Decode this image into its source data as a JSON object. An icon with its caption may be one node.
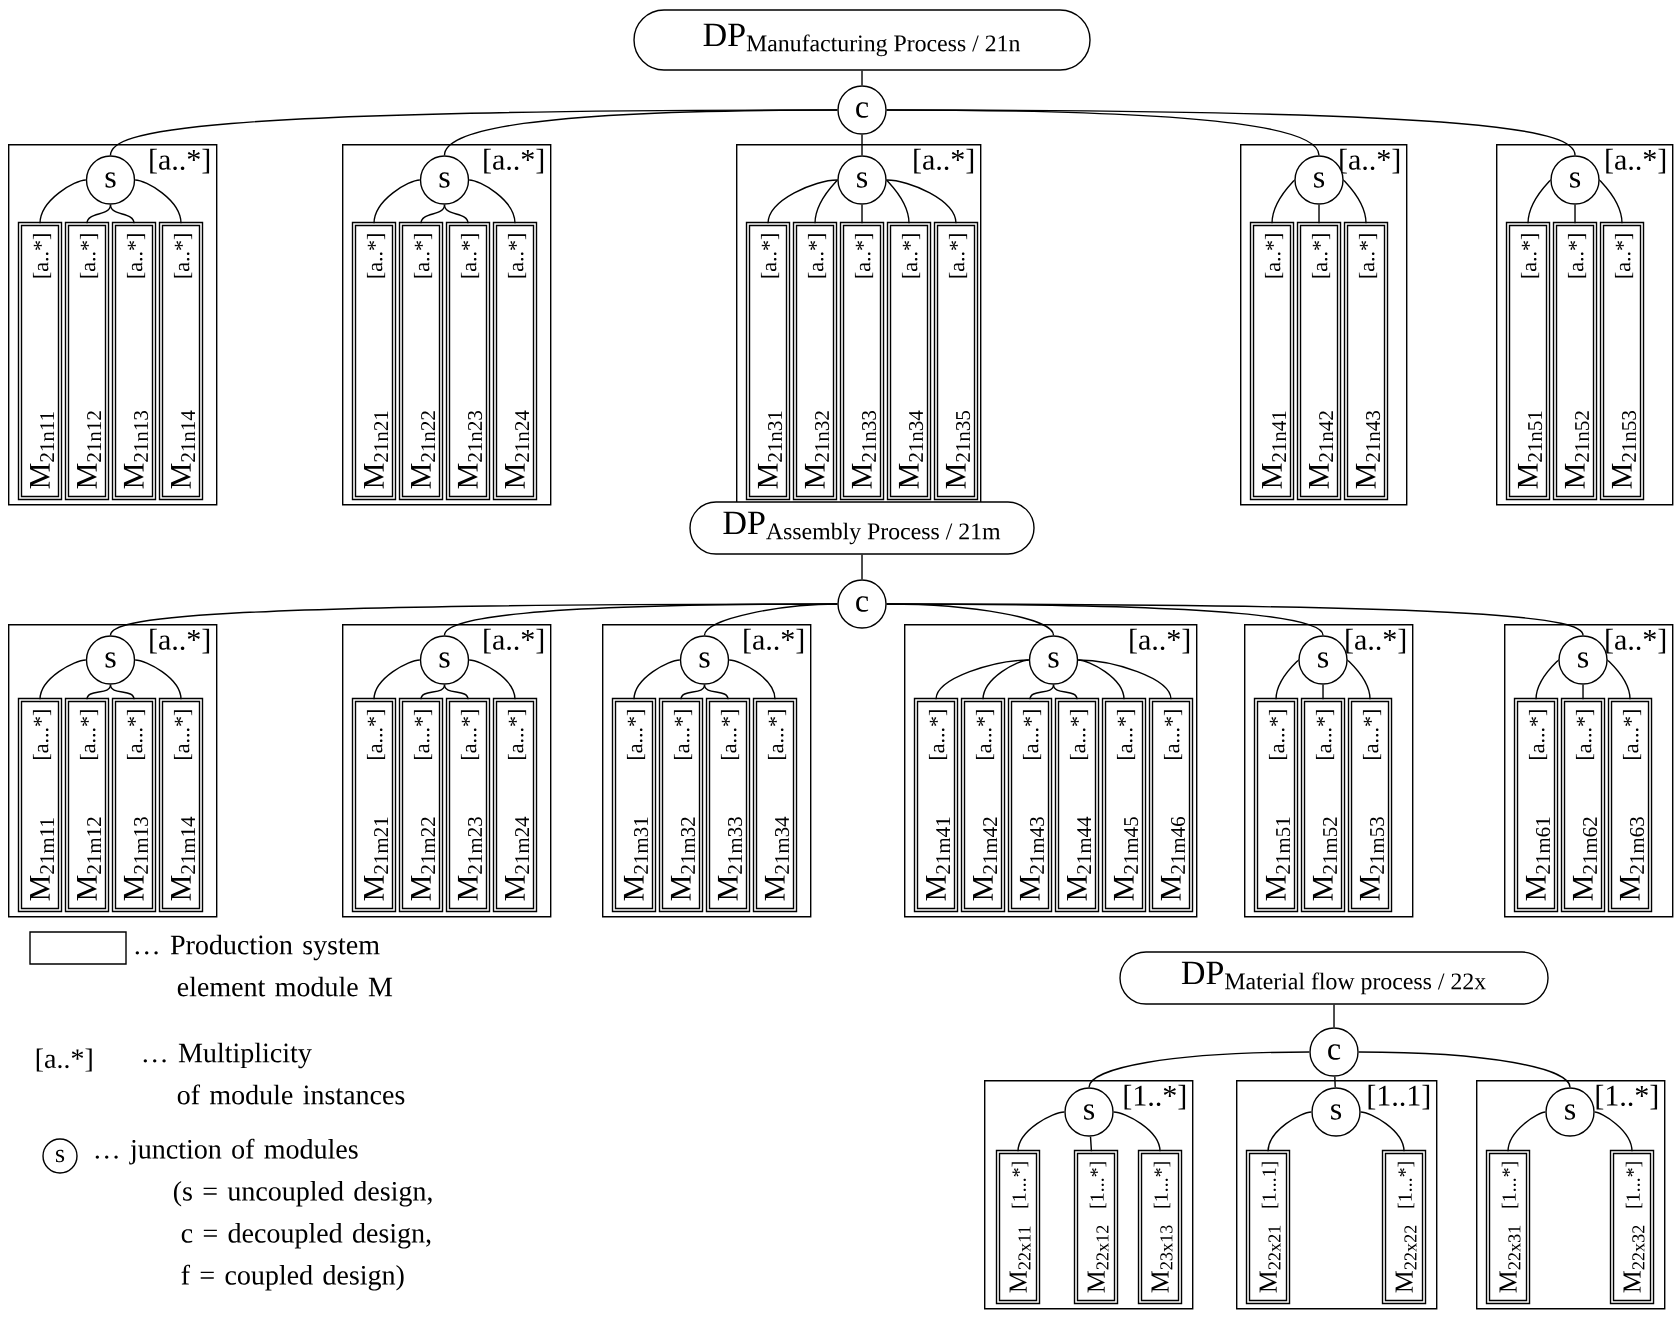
{
  "diagram": {
    "nodes": [
      {
        "text": [
          "\\text{DP}_{\\text{Manufacturing Process / 21n}}"
        ]
      },
      {
        "text": [
          "c"
        ]
      },
      {
        "text": [
          "[a..*]"
        ]
      },
      {
        "text": [
          "s"
        ],
        "in": 2
      },
      {
        "text": [
          "M$_{21n11}$",
          "[a..*]"
        ],
        "in": 2
      },
      {
        "text": [
          "M$_{21n12}$",
          "[a..*]"
        ],
        "in": 2
      },
      {
        "text": [
          "M$_{21n13}$",
          "[a..*]"
        ],
        "in": 2
      },
      {
        "text": [
          "M$_{21n14}$",
          "[a..*]"
        ],
        "in": 2
      },
      {
        "text": [
          "[a..*]"
        ]
      },
      {
        "text": [
          "s"
        ],
        "in": 8
      },
      {
        "text": [
          "M$_{21n21}$",
          "[a..*]"
        ],
        "in": 8
      },
      {
        "text": [
          "M$_{21n22}$",
          "[a..*]"
        ],
        "in": 8
      },
      {
        "text": [
          "M$_{21n23}$",
          "[a..*]"
        ],
        "in": 8
      },
      {
        "text": [
          "M$_{21n24}$",
          "[a..*]"
        ],
        "in": 8
      },
      {
        "text": [
          "[a..*]"
        ]
      },
      {
        "text": [
          "s"
        ],
        "in": 14
      },
      {
        "text": [
          "M$_{21n31}$",
          "[a..*]"
        ],
        "in": 14
      },
      {
        "text": [
          "M$_{21n32}$",
          "[a..*]"
        ],
        "in": 14
      },
      {
        "text": [
          "M$_{21n33}$",
          "[a..*]"
        ],
        "in": 14
      },
      {
        "text": [
          "M$_{21n34}$",
          "[a..*]"
        ],
        "in": 14
      },
      {
        "text": [
          "M$_{21n35}$",
          "[a..*]"
        ],
        "in": 14
      },
      {
        "text": [
          "[a..*]"
        ]
      },
      {
        "text": [
          "s"
        ],
        "in": 21
      },
      {
        "text": [
          "M$_{21n41}$",
          "[a..*]"
        ],
        "in": 21
      },
      {
        "text": [
          "M$_{21n42}$",
          "[a..*]"
        ],
        "in": 21
      },
      {
        "text": [
          "M$_{21n43}$",
          "[a..*]"
        ],
        "in": 21
      },
      {
        "text": [
          "[a..*]"
        ]
      },
      {
        "text": [
          "s"
        ],
        "in": 26
      },
      {
        "text": [
          "M$_{21n51}$",
          "[a..*]"
        ],
        "in": 26
      },
      {
        "text": [
          "M$_{21n52}$",
          "[a..*]"
        ],
        "in": 26
      },
      {
        "text": [
          "M$_{21n53}$",
          "[a..*]"
        ],
        "in": 26
      },
      {
        "text": [
          "\\text{DP}_{\\text{Assembly Process / 21m}}"
        ]
      },
      {
        "text": [
          "c"
        ]
      },
      {
        "text": [
          "[a..*]"
        ]
      },
      {
        "text": [
          "s"
        ],
        "in": 33
      },
      {
        "text": [
          "M$_{21m11}$",
          "[a...*]"
        ],
        "in": 33
      },
      {
        "text": [
          "M$_{21m12}$",
          "[a...*]"
        ],
        "in": 33
      },
      {
        "text": [
          "M$_{21m13}$",
          "[a...*]"
        ],
        "in": 33
      },
      {
        "text": [
          "M$_{21m14}$",
          "[a...*]"
        ],
        "in": 33
      },
      {
        "text": [
          "[a..*]"
        ]
      },
      {
        "text": [
          "s"
        ],
        "in": 39
      },
      {
        "text": [
          "M$_{21m21}$",
          "[a...*]"
        ],
        "in": 39
      },
      {
        "text": [
          "M$_{21m22}$",
          "[a...*]"
        ],
        "in": 39
      },
      {
        "text": [
          "M$_{21m23}$",
          "[a...*]"
        ],
        "in": 39
      },
      {
        "text": [
          "M$_{21m24}$",
          "[a...*]"
        ],
        "in": 39
      },
      {
        "text": [
          "[a..*]"
        ]
      },
      {
        "text": [
          "s"
        ],
        "in": 45
      },
      {
        "text": [
          "M$_{21m31}$",
          "[a...*]"
        ],
        "in": 45
      },
      {
        "text": [
          "M$_{21m32}$",
          "[a...*]"
        ],
        "in": 45
      },
      {
        "text": [
          "M$_{21m33}$",
          "[a...*]"
        ],
        "in": 45
      },
      {
        "text": [
          "M$_{21m34}$",
          "[a...*]"
        ],
        "in": 45
      },
      {
        "text": [
          "[a..*]"
        ]
      },
      {
        "text": [
          "s"
        ],
        "in": 51
      },
      {
        "text": [
          "M$_{21m41}$",
          "[a...*]"
        ],
        "in": 51
      },
      {
        "text": [
          "M$_{21m42}$",
          "[a...*]"
        ],
        "in": 51
      },
      {
        "text": [
          "M$_{21m43}$",
          "[a...*]"
        ],
        "in": 51
      },
      {
        "text": [
          "M$_{21m44}$",
          "[a...*]"
        ],
        "in": 51
      },
      {
        "text": [
          "M$_{21m45}$",
          "[a...*]"
        ],
        "in": 51
      },
      {
        "text": [
          "M$_{21m46}$",
          "[a...*]"
        ],
        "in": 51
      },
      {
        "text": [
          "[a..*]"
        ]
      },
      {
        "text": [
          "s"
        ],
        "in": 59
      },
      {
        "text": [
          "M$_{21m51}$",
          "[a...*]"
        ],
        "in": 59
      },
      {
        "text": [
          "M$_{21m52}$",
          "[a...*]"
        ],
        "in": 59
      },
      {
        "text": [
          "M$_{21m53}$",
          "[a...*]"
        ],
        "in": 59
      },
      {
        "text": [
          "[a..*]"
        ]
      },
      {
        "text": [
          "s"
        ],
        "in": 64
      },
      {
        "text": [
          "M$_{21m61}$",
          "[a...*]"
        ],
        "in": 64
      },
      {
        "text": [
          "M$_{21m62}$",
          "[a...*]"
        ],
        "in": 64
      },
      {
        "text": [
          "M$_{21m63}$",
          "[a...*]"
        ],
        "in": 64
      },
      {
        "text": [
          "\\text{DP}_{\\text{Material flow process / 22x}}"
        ]
      },
      {
        "text": [
          "c"
        ]
      },
      {
        "text": [
          "[1..*]"
        ]
      },
      {
        "text": [
          "s"
        ],
        "in": 71
      },
      {
        "text": [
          "M$_{22x11}$",
          "[1...*]"
        ],
        "in": 71
      },
      {
        "text": [
          "M$_{22x12}$",
          "[1...*]"
        ],
        "in": 71
      },
      {
        "text": [
          "M$_{23x13}$",
          "[1...*]"
        ],
        "in": 71
      },
      {
        "text": [
          "[1..1]"
        ]
      },
      {
        "text": [
          "s"
        ],
        "in": 76
      },
      {
        "text": [
          "M$_{22x21}$",
          "[1...1]"
        ],
        "in": 76
      },
      {
        "text": [
          "M$_{22x22}$",
          "[1...*]"
        ],
        "in": 76
      },
      {
        "text": [
          "[1..*]"
        ]
      },
      {
        "text": [
          "s"
        ],
        "in": 80
      },
      {
        "text": [
          "M$_{22x31}$",
          "[1...*]"
        ],
        "in": 80
      },
      {
        "text": [
          "M$_{22x32}$",
          "[1...*]"
        ],
        "in": 80
      }
    ],
    "edges": [
      {
        "from": 0,
        "to": 1,
        "arrow": "none"
      },
      {
        "from": 1,
        "to": 3,
        "arrow": "none"
      },
      {
        "from": 1,
        "to": 9,
        "arrow": "none"
      },
      {
        "from": 1,
        "to": 15,
        "arrow": "none"
      },
      {
        "from": 1,
        "to": 22,
        "arrow": "none"
      },
      {
        "from": 1,
        "to": 27,
        "arrow": "none"
      },
      {
        "from": 3,
        "to": 4,
        "arrow": "none"
      },
      {
        "from": 3,
        "to": 5,
        "arrow": "none"
      },
      {
        "from": 3,
        "to": 6,
        "arrow": "none"
      },
      {
        "from": 3,
        "to": 7,
        "arrow": "none"
      },
      {
        "from": 9,
        "to": 10,
        "arrow": "none"
      },
      {
        "from": 9,
        "to": 11,
        "arrow": "none"
      },
      {
        "from": 9,
        "to": 12,
        "arrow": "none"
      },
      {
        "from": 9,
        "to": 13,
        "arrow": "none"
      },
      {
        "from": 15,
        "to": 16,
        "arrow": "none"
      },
      {
        "from": 15,
        "to": 17,
        "arrow": "none"
      },
      {
        "from": 15,
        "to": 18,
        "arrow": "none"
      },
      {
        "from": 15,
        "to": 19,
        "arrow": "none"
      },
      {
        "from": 15,
        "to": 20,
        "arrow": "none"
      },
      {
        "from": 22,
        "to": 23,
        "arrow": "none"
      },
      {
        "from": 22,
        "to": 24,
        "arrow": "none"
      },
      {
        "from": 22,
        "to": 25,
        "arrow": "none"
      },
      {
        "from": 27,
        "to": 28,
        "arrow": "none"
      },
      {
        "from": 27,
        "to": 29,
        "arrow": "none"
      },
      {
        "from": 27,
        "to": 30,
        "arrow": "none"
      },
      {
        "from": 31,
        "to": 32,
        "arrow": "none"
      },
      {
        "from": 32,
        "to": 34,
        "arrow": "none"
      },
      {
        "from": 32,
        "to": 40,
        "arrow": "none"
      },
      {
        "from": 32,
        "to": 46,
        "arrow": "none"
      },
      {
        "from": 32,
        "to": 52,
        "arrow": "none"
      },
      {
        "from": 32,
        "to": 60,
        "arrow": "none"
      },
      {
        "from": 32,
        "to": 65,
        "arrow": "none"
      },
      {
        "from": 34,
        "to": 35,
        "arrow": "none"
      },
      {
        "from": 34,
        "to": 36,
        "arrow": "none"
      },
      {
        "from": 34,
        "to": 37,
        "arrow": "none"
      },
      {
        "from": 34,
        "to": 38,
        "arrow": "none"
      },
      {
        "from": 40,
        "to": 41,
        "arrow": "none"
      },
      {
        "from": 40,
        "to": 42,
        "arrow": "none"
      },
      {
        "from": 40,
        "to": 43,
        "arrow": "none"
      },
      {
        "from": 40,
        "to": 44,
        "arrow": "none"
      },
      {
        "from": 46,
        "to": 47,
        "arrow": "none"
      },
      {
        "from": 46,
        "to": 48,
        "arrow": "none"
      },
      {
        "from": 46,
        "to": 49,
        "arrow": "none"
      },
      {
        "from": 46,
        "to": 50,
        "arrow": "none"
      },
      {
        "from": 52,
        "to": 53,
        "arrow": "none"
      },
      {
        "from": 52,
        "to": 54,
        "arrow": "none"
      },
      {
        "from": 52,
        "to": 55,
        "arrow": "none"
      },
      {
        "from": 52,
        "to": 56,
        "arrow": "none"
      },
      {
        "from": 52,
        "to": 57,
        "arrow": "none"
      },
      {
        "from": 52,
        "to": 58,
        "arrow": "none"
      },
      {
        "from": 60,
        "to": 61,
        "arrow": "none"
      },
      {
        "from": 60,
        "to": 62,
        "arrow": "none"
      },
      {
        "from": 60,
        "to": 63,
        "arrow": "none"
      },
      {
        "from": 65,
        "to": 66,
        "arrow": "none"
      },
      {
        "from": 65,
        "to": 67,
        "arrow": "none"
      },
      {
        "from": 65,
        "to": 68,
        "arrow": "none"
      },
      {
        "from": 69,
        "to": 70,
        "arrow": "none"
      },
      {
        "from": 70,
        "to": 72,
        "arrow": "none"
      },
      {
        "from": 70,
        "to": 77,
        "arrow": "none"
      },
      {
        "from": 70,
        "to": 81,
        "arrow": "none"
      },
      {
        "from": 72,
        "to": 73,
        "arrow": "none"
      },
      {
        "from": 72,
        "to": 74,
        "arrow": "none"
      },
      {
        "from": 72,
        "to": 75,
        "arrow": "none"
      },
      {
        "from": 77,
        "to": 78,
        "arrow": "none"
      },
      {
        "from": 77,
        "to": 79,
        "arrow": "none"
      },
      {
        "from": 81,
        "to": 82,
        "arrow": "none"
      },
      {
        "from": 81,
        "to": 83,
        "arrow": "none"
      }
    ],
    "labels": [
      "[a..*]",
      "s"
    ],
    "legend": [
      {
        "text": "… Production system element module M"
      },
      {
        "text": "… Multiplicity of module instances"
      },
      {
        "text": "… junction of modules (s = uncoupled design, c = decoupled design, f = coupled design)"
      }
    ]
  }
}
